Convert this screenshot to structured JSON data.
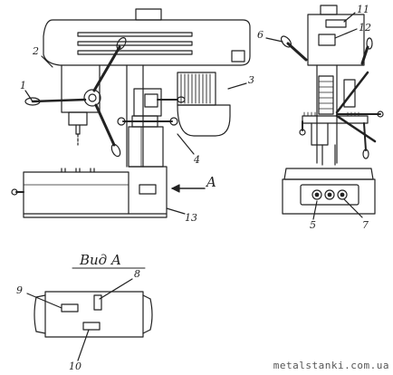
{
  "callouts": {
    "c1": "1",
    "c2": "2",
    "c3": "3",
    "c4": "4",
    "c5": "5",
    "c6": "6",
    "c7": "7",
    "c8": "8",
    "c9": "9",
    "c10": "10",
    "c11": "11",
    "c12": "12",
    "c13": "13"
  },
  "arrow_label": "A",
  "view_title": "Вид A",
  "watermark": "metalstanki.com.ua",
  "colors": {
    "ink": "#222222",
    "background": "#ffffff"
  }
}
